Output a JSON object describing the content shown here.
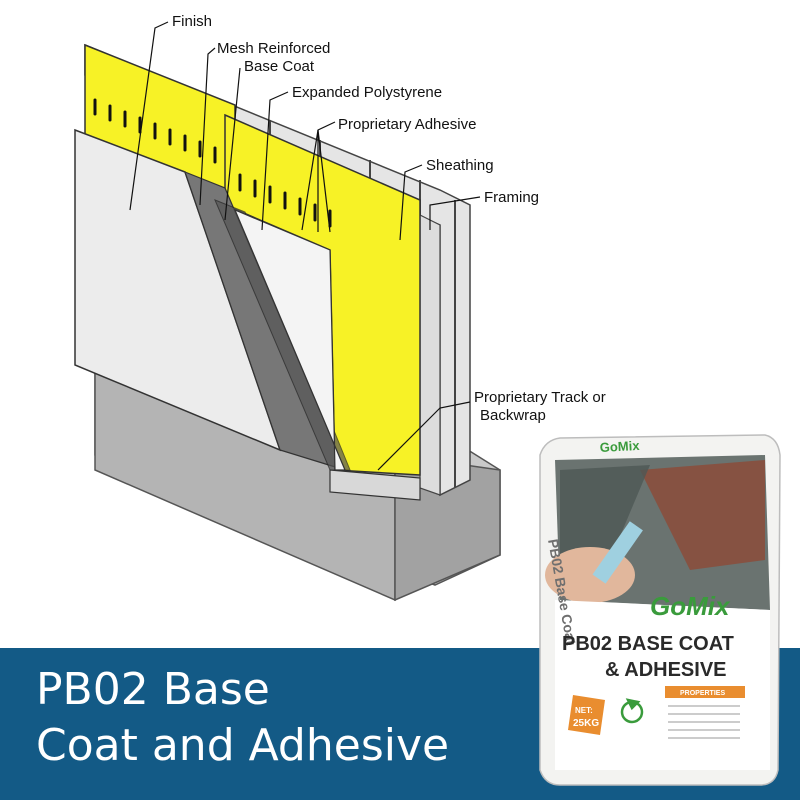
{
  "diagram": {
    "labels": {
      "finish": "Finish",
      "mesh_line1": "Mesh Reinforced",
      "mesh_line2": "Base Coat",
      "eps": "Expanded Polystyrene",
      "adhesive": "Proprietary Adhesive",
      "sheathing": "Sheathing",
      "framing": "Framing",
      "track_line1": "Proprietary Track or",
      "track_line2": "Backwrap"
    }
  },
  "product": {
    "brand": "GoMix",
    "brand_top": "GoMix",
    "side_text": "PB02 Base Coat",
    "name_line1": "PB02 BASE COAT",
    "name_line2": "& ADHESIVE",
    "properties_label": "PROPERTIES",
    "net_label": "NET:",
    "net_weight": "25KG"
  },
  "banner": {
    "line1": "PB02 Base",
    "line2": "Coat and Adhesive"
  },
  "colors": {
    "banner": "#135a86",
    "eps_yellow": "#f7f226",
    "brand_green": "#3a9b3c",
    "label_orange": "#e98d2f"
  }
}
